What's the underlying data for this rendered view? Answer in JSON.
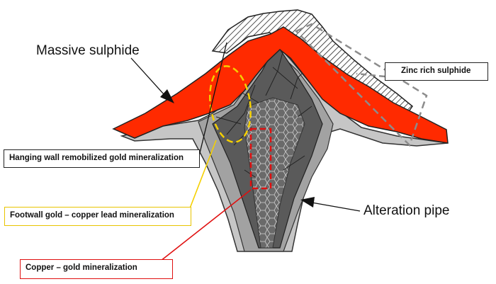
{
  "labels": {
    "massive_sulphide": "Massive sulphide",
    "zinc_rich_sulphide": "Zinc rich sulphide",
    "hanging_wall": "Hanging wall remobilized gold mineralization",
    "footwall_gold": "Footwall gold – copper lead mineralization",
    "alteration_pipe": "Alteration pipe",
    "copper_gold": "Copper – gold mineralization"
  },
  "colors": {
    "massive_sulphide": "#ff2a00",
    "outer_alteration": "#c0c0c0",
    "mid_alteration": "#9a9a9a",
    "core": "#555555",
    "footwall_gold_outline": "#f5d000",
    "copper_gold_outline": "#e01010",
    "zinc_outline": "#8c8c8c",
    "footwall_gold_box_border": "#e8c400",
    "copper_gold_box_border": "#e01010"
  }
}
